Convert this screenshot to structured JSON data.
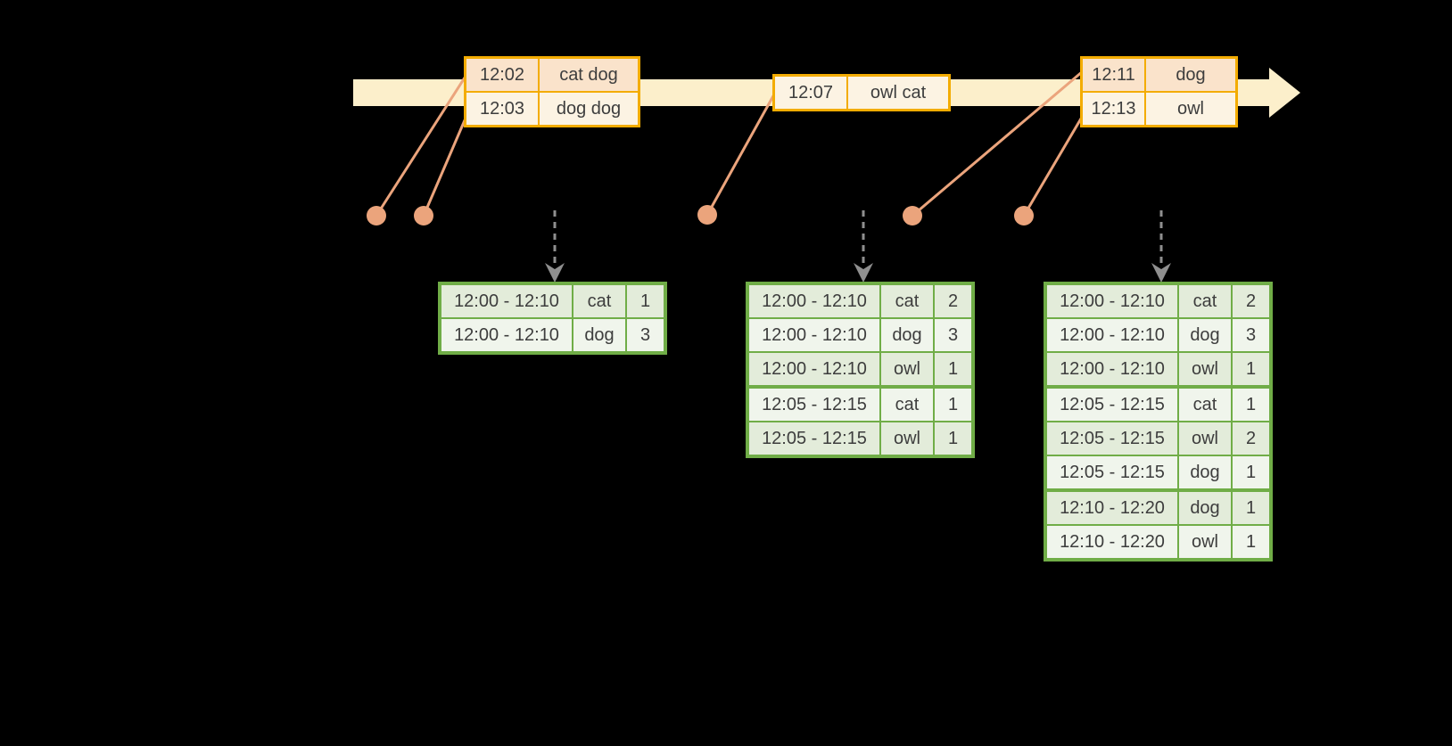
{
  "palette": {
    "background": "#000000",
    "timeline_fill": "#FCEFCB",
    "event_border": "#F3AC01",
    "event_row_peach": "#FAE3CB",
    "event_row_cream": "#FCF3E3",
    "event_dot": "#EBA47C",
    "trigger_arrow": "#8F8F8F",
    "result_border": "#70AD47",
    "result_row_dark": "#E3ECDA",
    "result_row_light": "#F0F5EC",
    "text": "#3D3D3D"
  },
  "event_tables": [
    {
      "rows": [
        {
          "time": "12:02",
          "words": "cat dog"
        },
        {
          "time": "12:03",
          "words": "dog dog"
        }
      ]
    },
    {
      "rows": [
        {
          "time": "12:07",
          "words": "owl cat"
        }
      ]
    },
    {
      "rows": [
        {
          "time": "12:11",
          "words": "dog"
        },
        {
          "time": "12:13",
          "words": "owl"
        }
      ]
    }
  ],
  "result_tables": [
    {
      "rows": [
        {
          "window": "12:00 - 12:10",
          "word": "cat",
          "count": "1"
        },
        {
          "window": "12:00 - 12:10",
          "word": "dog",
          "count": "3"
        }
      ]
    },
    {
      "rows": [
        {
          "window": "12:00 - 12:10",
          "word": "cat",
          "count": "2"
        },
        {
          "window": "12:00 - 12:10",
          "word": "dog",
          "count": "3"
        },
        {
          "window": "12:00 - 12:10",
          "word": "owl",
          "count": "1"
        },
        {
          "window": "12:05 - 12:15",
          "word": "cat",
          "count": "1"
        },
        {
          "window": "12:05 - 12:15",
          "word": "owl",
          "count": "1"
        }
      ]
    },
    {
      "rows": [
        {
          "window": "12:00 - 12:10",
          "word": "cat",
          "count": "2"
        },
        {
          "window": "12:00 - 12:10",
          "word": "dog",
          "count": "3"
        },
        {
          "window": "12:00 - 12:10",
          "word": "owl",
          "count": "1"
        },
        {
          "window": "12:05 - 12:15",
          "word": "cat",
          "count": "1"
        },
        {
          "window": "12:05 - 12:15",
          "word": "owl",
          "count": "2"
        },
        {
          "window": "12:05 - 12:15",
          "word": "dog",
          "count": "1"
        },
        {
          "window": "12:10 - 12:20",
          "word": "dog",
          "count": "1"
        },
        {
          "window": "12:10 - 12:20",
          "word": "owl",
          "count": "1"
        }
      ]
    }
  ]
}
